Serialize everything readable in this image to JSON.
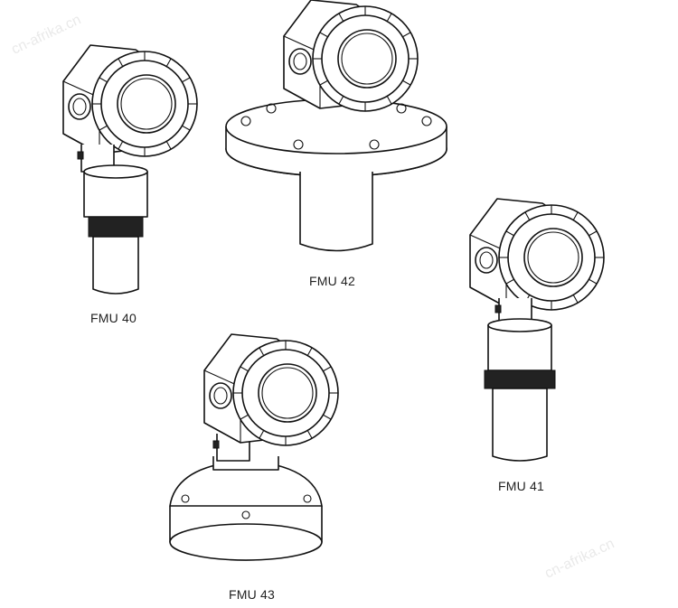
{
  "labels": {
    "fmu40": "FMU 40",
    "fmu42": "FMU 42",
    "fmu41": "FMU 41",
    "fmu43": "FMU 43"
  },
  "watermark": {
    "top_left": "cn-afrika.cn",
    "bottom_right": "cn-afrika.cn"
  }
}
